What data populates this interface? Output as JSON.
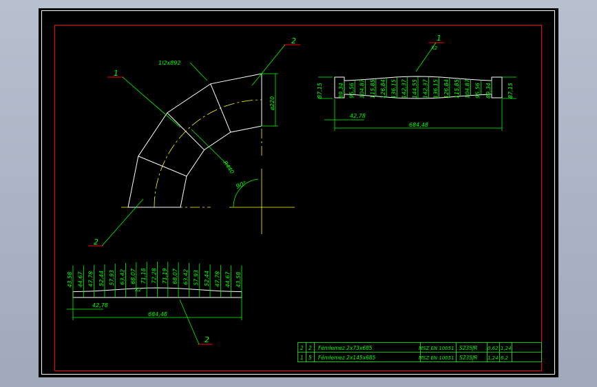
{
  "callouts": {
    "top_left_item": "1",
    "top_right_item": "2",
    "bottom_left_item": "2",
    "strip_top_item": "1",
    "strip_top_qty": "X2",
    "strip_bottom_item": "2",
    "strip_bottom_qty": "X2"
  },
  "elbow": {
    "plate_size": "1l2x892",
    "diameter": "ø220",
    "radius": "R440",
    "angle": "90°"
  },
  "strip_top": {
    "end_left": "87,15",
    "end_right": "87,15",
    "dims": [
      "89,34",
      "95,56",
      "104,87",
      "115,85",
      "126,84",
      "136,15",
      "142,37",
      "144,55",
      "142,37",
      "136,15",
      "126,84",
      "115,85",
      "104,87",
      "95,56",
      "89,34"
    ],
    "step": "42,78",
    "total": "684,48"
  },
  "strip_bottom": {
    "dims": [
      "43,58",
      "44,67",
      "47,78",
      "52,44",
      "57,93",
      "63,42",
      "68,07",
      "71,18",
      "72,28",
      "71,19",
      "68,07",
      "63,42",
      "57,93",
      "52,44",
      "47,78",
      "44,67",
      "43,58"
    ],
    "step": "42,78",
    "total": "684,48"
  },
  "bom": {
    "rows": [
      {
        "pos": "2",
        "qty": "2",
        "name": "Fémlemez 2x73x685",
        "std": "MSZ EN 10051",
        "mat": "S235JR",
        "w1": "0,62",
        "w2": "1,24"
      },
      {
        "pos": "1",
        "qty": "5",
        "name": "Fémlemez 2x145x685",
        "std": "MSZ EN 10051",
        "mat": "S235JR",
        "w1": "1,24",
        "w2": "6,2"
      }
    ]
  },
  "colors": {
    "line": "#00ff00",
    "outline": "#ffffff",
    "center": "#ffff00",
    "frame": "#ff0000",
    "sheet": "#000000"
  }
}
